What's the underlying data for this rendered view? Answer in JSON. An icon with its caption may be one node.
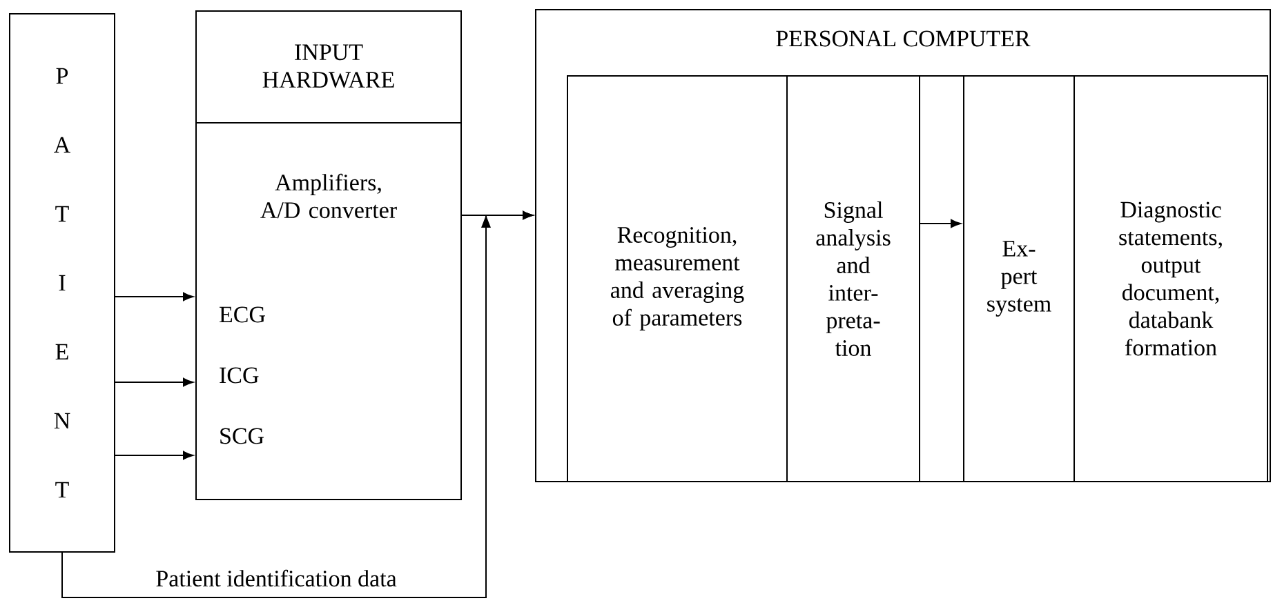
{
  "diagram": {
    "nodes": [
      {
        "text": [
          "P A T I E N T"
        ]
      },
      {
        "text": [
          "INPUT HARDWARE",
          "Amplifiers, A/D converter",
          "ECG",
          "ICG",
          "SCG"
        ]
      },
      {
        "text": [
          "PERSONAL COMPUTER"
        ]
      },
      {
        "text": [
          "Recognition, measurement and averaging of parameters"
        ],
        "in": 2
      },
      {
        "text": [
          "Signal analysis and inter- preta- tion"
        ],
        "in": 2
      },
      {
        "text": [
          "Ex- pert system"
        ],
        "in": 2
      },
      {
        "text": [
          "Diagnostic statements, output document, databank formation"
        ],
        "in": 2
      }
    ],
    "edges": [
      {
        "from": 0,
        "to": 1,
        "arrow": "to"
      },
      {
        "from": 0,
        "to": 1,
        "arrow": "to"
      },
      {
        "from": 0,
        "to": 1,
        "arrow": "to"
      },
      {
        "from": 1,
        "to": 2,
        "arrow": "to"
      },
      {
        "from": 0,
        "to": 2,
        "arrow": "to",
        "label": "Patient identification data"
      },
      {
        "from": 4,
        "to": 5,
        "arrow": "to"
      }
    ]
  }
}
